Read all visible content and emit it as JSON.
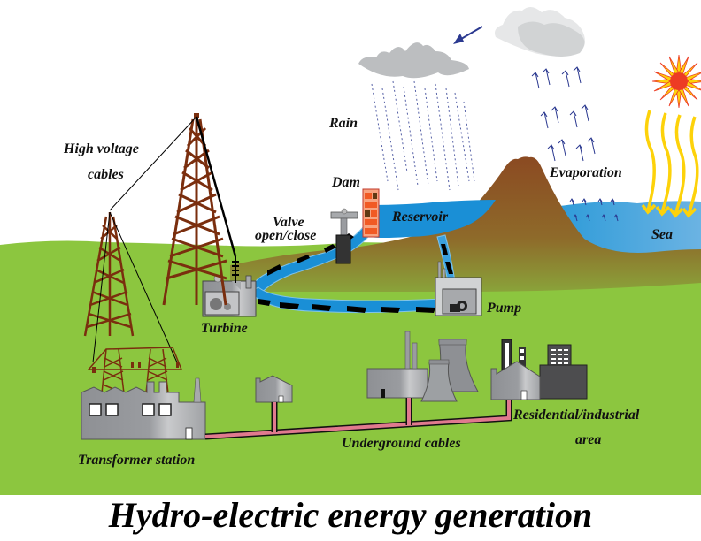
{
  "title": "Hydro-electric energy generation",
  "labels": {
    "high_voltage_cables_1": "High voltage",
    "high_voltage_cables_2": "cables",
    "rain": "Rain",
    "dam": "Dam",
    "valve_1": "Valve",
    "valve_2": "open/close",
    "reservoir": "Reservoir",
    "evaporation": "Evaporation",
    "sea": "Sea",
    "turbine": "Turbine",
    "pump": "Pump",
    "transformer_station": "Transformer station",
    "underground_cables": "Underground cables",
    "residential_1": "Residential/industrial",
    "residential_2": "area"
  },
  "colors": {
    "grass": "#8cc63f",
    "mountain": "#8b5a2b",
    "water": "#1a8fd6",
    "sea": "#4aa3df",
    "tower": "#7a2e0e",
    "building": "#a7a9ac",
    "dark_building": "#4d4d4f",
    "brick": "#f26522",
    "sun": "#ed3b24",
    "sun_rays": "#fdd20a",
    "cloud": "#bcbec0",
    "rain": "#2b3990",
    "cable": "#e0607e"
  }
}
